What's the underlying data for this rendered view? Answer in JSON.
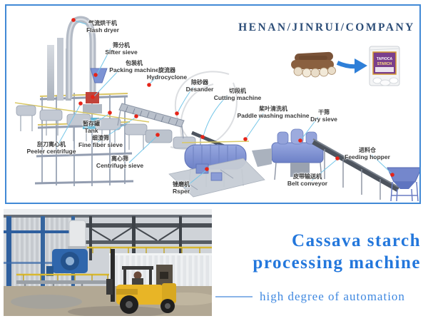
{
  "header": {
    "company": "HENAN/JINRUI/COMPANY"
  },
  "diagram": {
    "labels": [
      {
        "cn": "气流烘干机",
        "en": "Flash dryer"
      },
      {
        "cn": "筛分机",
        "en": "Sifter sieve"
      },
      {
        "cn": "包装机",
        "en": "Packing machine"
      },
      {
        "cn": "旋流器",
        "en": "Hydrocyclone"
      },
      {
        "cn": "除砂器",
        "en": "Desander"
      },
      {
        "cn": "切段机",
        "en": "Cutting machine"
      },
      {
        "cn": "桨叶清洗机",
        "en": "Paddle washing machine"
      },
      {
        "cn": "干筛",
        "en": "Dry sieve"
      },
      {
        "cn": "暂存罐",
        "en": "Tank"
      },
      {
        "cn": "细渣筛",
        "en": "Fine fiber sieve"
      },
      {
        "cn": "刮刀离心机",
        "en": "Peeler centrifuge"
      },
      {
        "cn": "离心筛",
        "en": "Centrifuge sieve"
      },
      {
        "cn": "锉磨机",
        "en": "Rsper"
      },
      {
        "cn": "皮带输送机",
        "en": "Belt conveyor"
      },
      {
        "cn": "进料仓",
        "en": "Feeding hopper"
      }
    ],
    "package_text_line1": "TAPIOCA",
    "package_text_line2": "STARCH"
  },
  "footer": {
    "title_line1": "Cassava starch",
    "title_line2": "processing machine",
    "tagline": "high degree of automation"
  },
  "colors": {
    "panel_border": "#4189d6",
    "company_navy": "#2d4e78",
    "title_blue": "#2377dc",
    "tagline_blue": "#3f88e0",
    "leader_line": "#74c6e8",
    "marker_red": "#e62418",
    "machine_blue": "#8095d3",
    "steel_gray": "#b8bfc9",
    "forklift_yellow": "#e8b526"
  }
}
